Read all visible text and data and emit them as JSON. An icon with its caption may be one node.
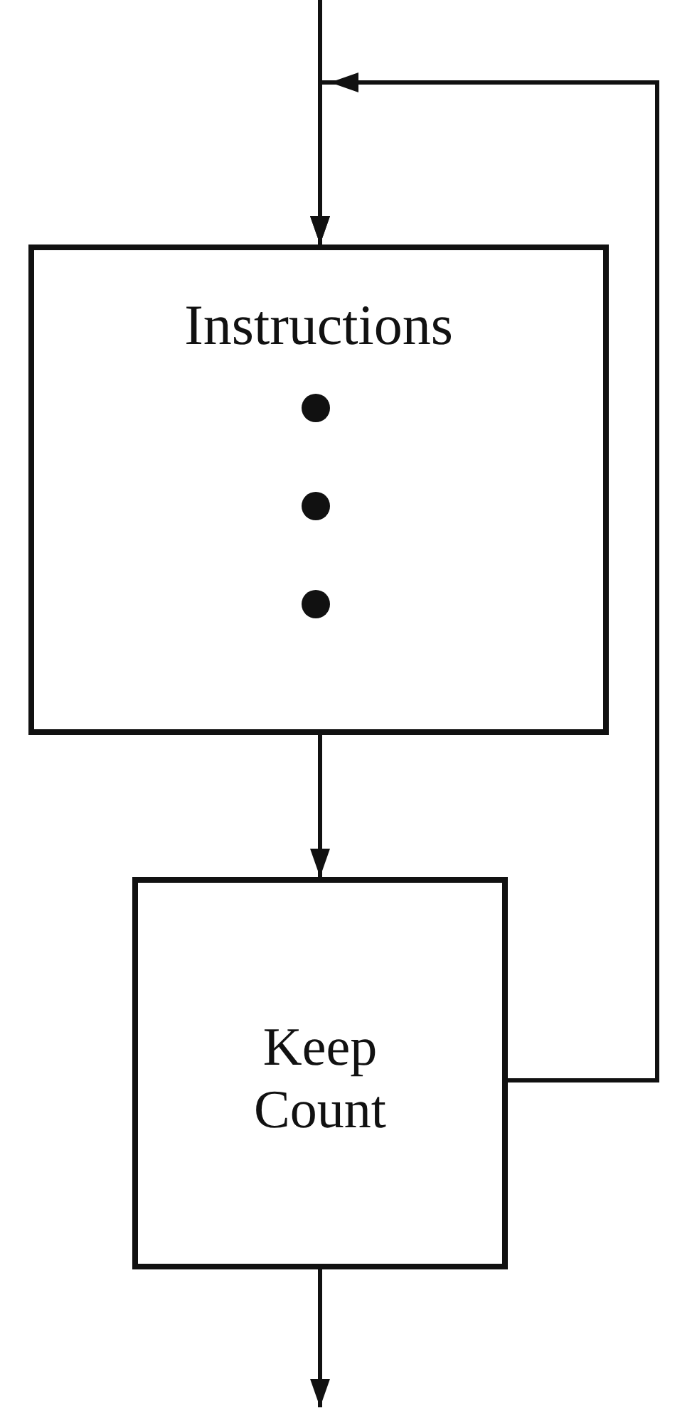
{
  "diagram": {
    "nodes": [
      {
        "text": [
          "Instructions"
        ]
      },
      {
        "text": [
          "Keep Count"
        ]
      }
    ],
    "edges": [
      {
        "from": null,
        "to": 0,
        "arrow": "to"
      },
      {
        "from": 1,
        "to": 0,
        "arrow": "to"
      },
      {
        "from": 0,
        "to": 1,
        "arrow": "to"
      },
      {
        "from": 1,
        "to": null,
        "arrow": "to"
      }
    ]
  }
}
